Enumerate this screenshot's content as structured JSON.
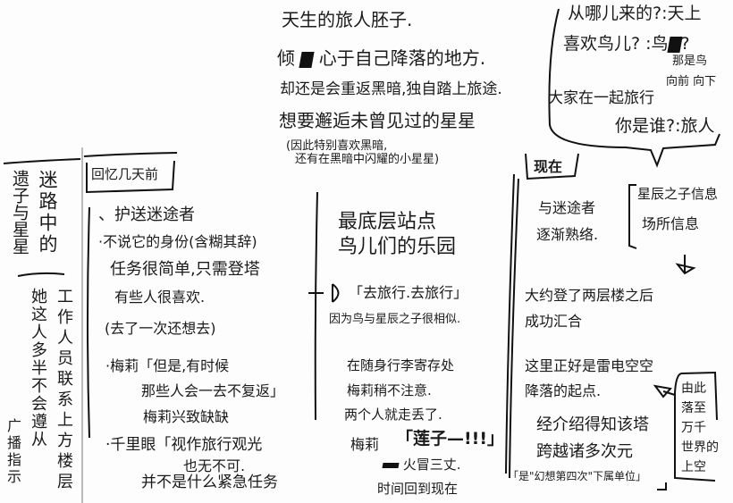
{
  "intro": {
    "line1": "天生的旅人胚子.",
    "line2_pre": "倾",
    "line2_post": "心于自己降落的地方.",
    "line3": "却还是会重返黑暗,独自踏上旅途.",
    "line4": "想要邂逅未曾见过的星星",
    "note1": "(因此特别喜欢黑暗,",
    "note2": "还有在黑暗中闪耀的小星星)"
  },
  "bubble": {
    "q1": "从哪儿来的?:天上",
    "q2_pre": "喜欢鸟儿?  :鸟",
    "q2_post": "?",
    "aside1": "那是鸟",
    "aside2": "向前 向下",
    "line3": "大家在一起旅行",
    "q4": "你是谁?:旅人"
  },
  "title": {
    "col1": "迷路中的",
    "col2": "遗子与星星"
  },
  "sidebar": {
    "col1": "工作人员联系上方楼层",
    "col2": "她这人多半不会遵从",
    "col3": "广播指示"
  },
  "past": {
    "heading": "回忆几天前",
    "items": [
      "、护送迷途者",
      "·不说它的身份(含糊其辞)",
      "任务很简单,只需登塔",
      "有些人很喜欢.",
      "(去了一次还想去)",
      "·梅莉「但是,有时候",
      "那些人会一去不复返」",
      "梅莉兴致缺缺",
      "·千里眼「视作旅行观光",
      "也无不可.",
      "并不是什么紧急任务"
    ]
  },
  "middle": {
    "title1": "最底层站点",
    "title2": "鸟儿们的乐园",
    "quote": "「去旅行.去旅行」",
    "reason": "因为鸟与星辰之子很相似.",
    "story1": "在随身行李寄存处",
    "story2": "梅莉稍不注意.",
    "story3": "两个人就走丢了.",
    "speaker": "梅莉",
    "shout": "「莲子—!!!」",
    "angry": "火冒三丈.",
    "return": "时间回到现在"
  },
  "present": {
    "heading": "现在",
    "line1": "与迷途者",
    "line2": "逐渐熟络.",
    "info1": "星辰之子信息",
    "info2": "场所信息",
    "line3": "大约登了两层楼之后",
    "line4": "成功汇合",
    "line5": "这里正好是雷电空空",
    "line6": "降落的起点.",
    "side": [
      "由此",
      "落至",
      "万千",
      "世界的",
      "上空"
    ],
    "line7": "经介绍得知该塔",
    "line8": "跨越诸多次元",
    "footer": "「是\"幻想第四次\"下属单位」"
  }
}
